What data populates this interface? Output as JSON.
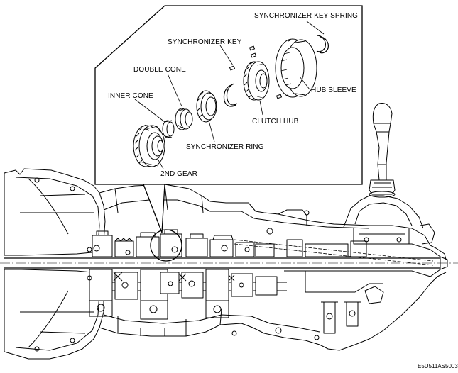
{
  "labels": {
    "synchronizer_key_spring": "SYNCHRONIZER KEY SPRING",
    "synchronizer_key": "SYNCHRONIZER KEY",
    "double_cone": "DOUBLE CONE",
    "inner_cone": "INNER CONE",
    "hub_sleeve": "HUB SLEEVE",
    "clutch_hub": "CLUTCH HUB",
    "synchronizer_ring": "SYNCHRONIZER RING",
    "second_gear": "2ND GEAR"
  },
  "figure_code": "E5U511AS5003"
}
